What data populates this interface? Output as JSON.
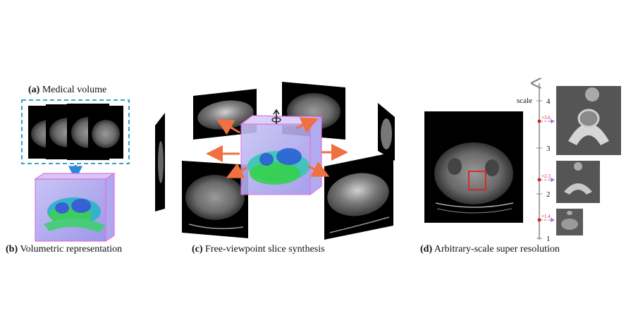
{
  "captions": {
    "a_letter": "(a)",
    "a_text": "Medical volume",
    "b_letter": "(b)",
    "b_text": "Volumetric representation",
    "c_letter": "(c)",
    "c_text": "Free-viewpoint slice synthesis",
    "d_letter": "(d)",
    "d_text": "Arbitrary-scale super resolution"
  },
  "scale_axis": {
    "label": "scale",
    "ticks": [
      "1",
      "2",
      "3",
      "4"
    ],
    "markers": [
      "×1.4",
      "×2.3",
      "×3.6"
    ]
  },
  "colors": {
    "dashed_box": "#3aa0c8",
    "arrow_blue": "#2e86d6",
    "arrow_orange": "#f07040",
    "cube_magenta": "#e070e0",
    "roi_red": "#e02020",
    "marker_purple": "#a070d0"
  }
}
